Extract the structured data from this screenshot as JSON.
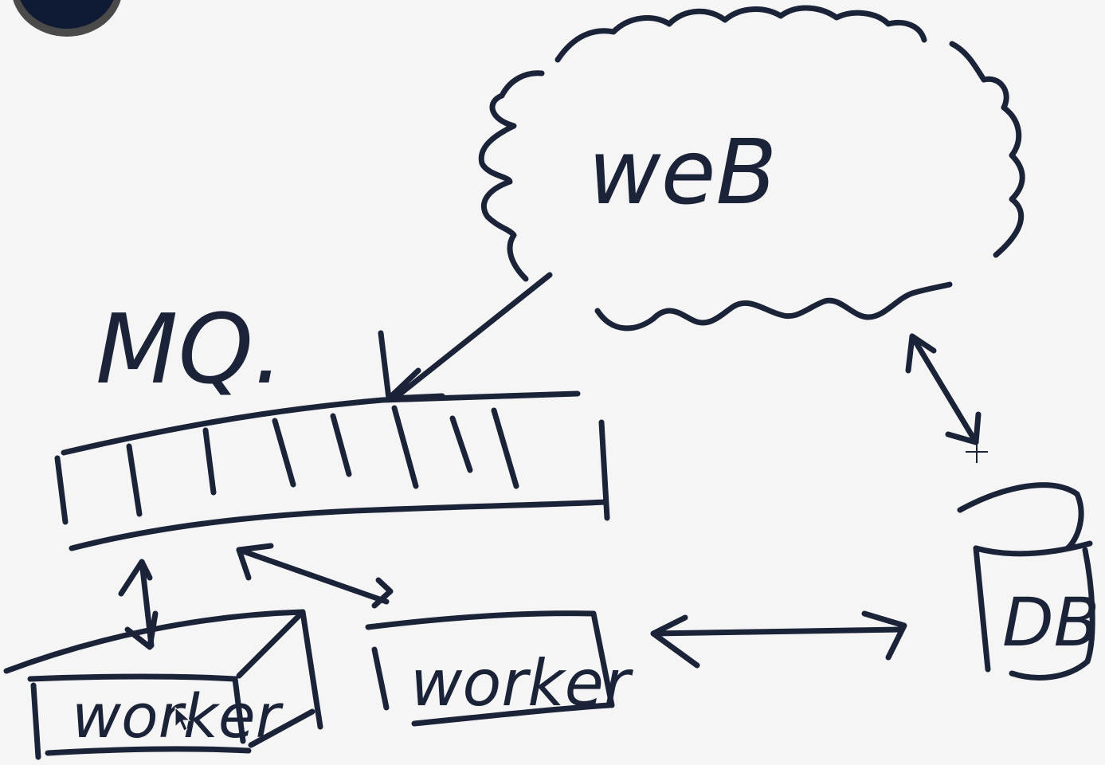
{
  "whiteboard": {
    "ink_color": "#1b2338",
    "background_color": "#f5f5f5",
    "labels": {
      "web": "weB",
      "mq": "MQ.",
      "worker_left": "worker",
      "worker_right": "worker",
      "db": "DB"
    }
  },
  "toolbar": {
    "avatar_icon": "avatar-circle",
    "avatar_color": "#0f1a35"
  },
  "cursor": {
    "pointer_icon": "arrow-pointer",
    "crosshair_icon": "crosshair"
  }
}
